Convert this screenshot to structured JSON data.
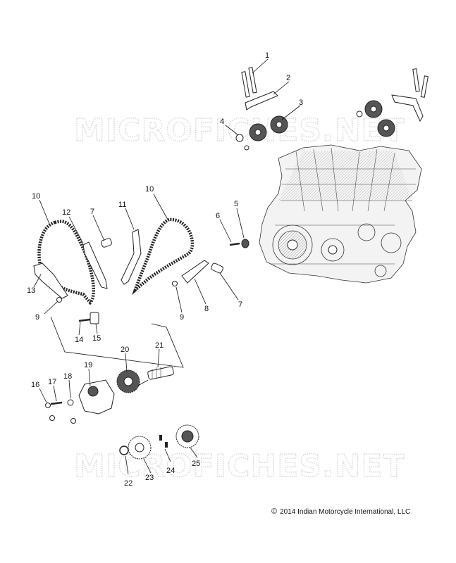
{
  "watermark": {
    "text": "MICROFICHES.NET"
  },
  "copyright": {
    "symbol": "©",
    "text": "2014 Indian Motorcycle International, LLC"
  },
  "callouts": [
    {
      "id": "c1",
      "label": "1"
    },
    {
      "id": "c2",
      "label": "2"
    },
    {
      "id": "c3",
      "label": "3"
    },
    {
      "id": "c4",
      "label": "4"
    },
    {
      "id": "c5",
      "label": "5"
    },
    {
      "id": "c6",
      "label": "6"
    },
    {
      "id": "c7a",
      "label": "7"
    },
    {
      "id": "c7b",
      "label": "7"
    },
    {
      "id": "c8",
      "label": "8"
    },
    {
      "id": "c9a",
      "label": "9"
    },
    {
      "id": "c9b",
      "label": "9"
    },
    {
      "id": "c10a",
      "label": "10"
    },
    {
      "id": "c10b",
      "label": "10"
    },
    {
      "id": "c11",
      "label": "11"
    },
    {
      "id": "c12",
      "label": "12"
    },
    {
      "id": "c13",
      "label": "13"
    },
    {
      "id": "c14",
      "label": "14"
    },
    {
      "id": "c15",
      "label": "15"
    },
    {
      "id": "c16",
      "label": "16"
    },
    {
      "id": "c17",
      "label": "17"
    },
    {
      "id": "c18",
      "label": "18"
    },
    {
      "id": "c19",
      "label": "19"
    },
    {
      "id": "c20",
      "label": "20"
    },
    {
      "id": "c21",
      "label": "21"
    },
    {
      "id": "c22",
      "label": "22"
    },
    {
      "id": "c23",
      "label": "23"
    },
    {
      "id": "c24",
      "label": "24"
    },
    {
      "id": "c25",
      "label": "25"
    }
  ]
}
